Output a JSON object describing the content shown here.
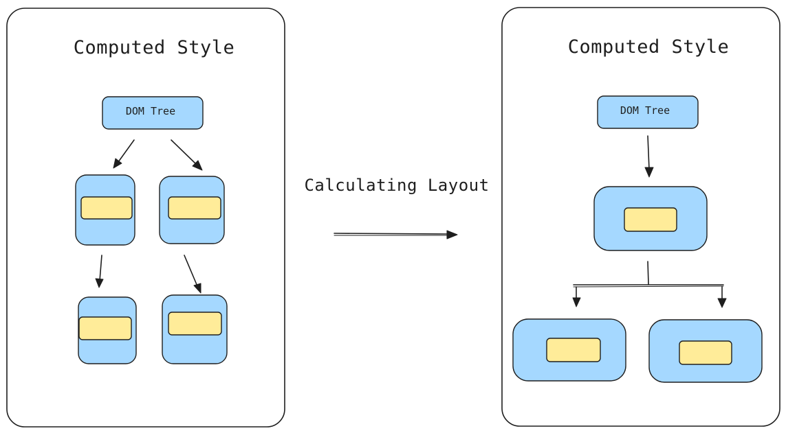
{
  "left_panel": {
    "title": "Computed Style",
    "root_label": "DOM Tree"
  },
  "right_panel": {
    "title": "Computed Style",
    "root_label": "DOM Tree"
  },
  "transition": {
    "label": "Calculating Layout"
  },
  "colors": {
    "node_fill": "#a5d8ff",
    "inner_fill": "#ffec99",
    "stroke": "#1e1e1e",
    "background": "#ffffff"
  }
}
